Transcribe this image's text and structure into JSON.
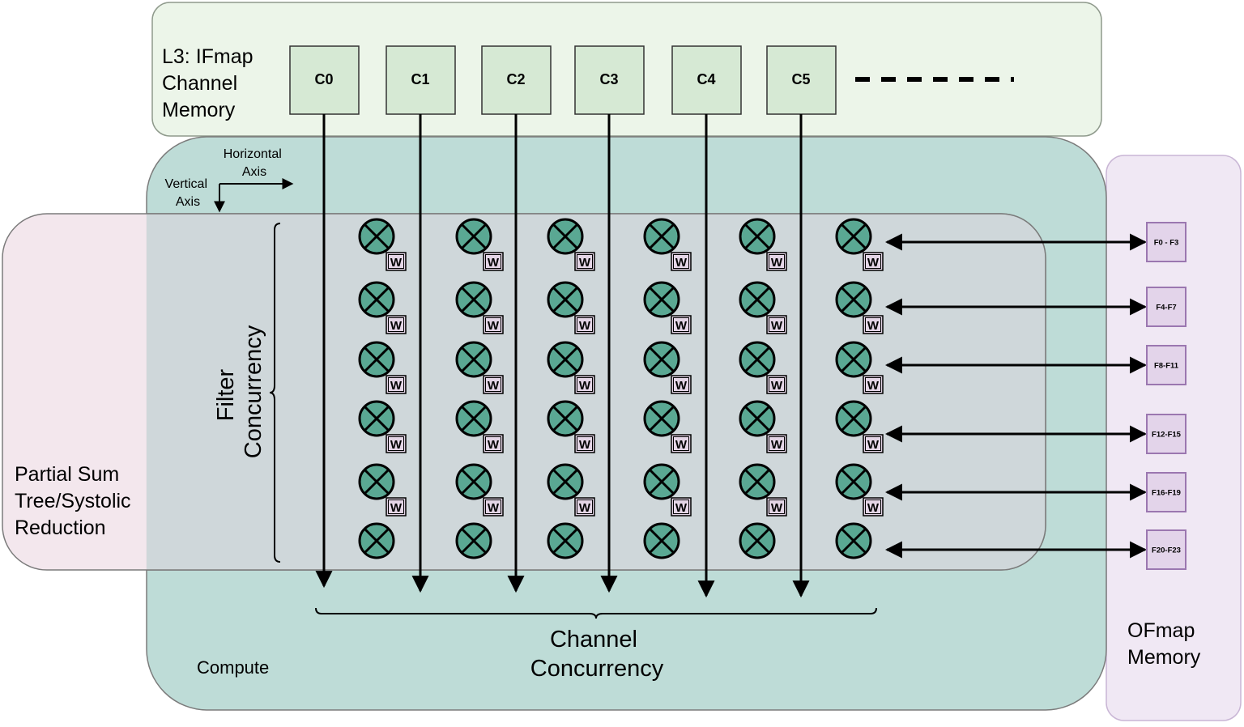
{
  "l3_memory": {
    "title_lines": [
      "L3: IFmap",
      "Channel",
      "Memory"
    ],
    "channels": [
      "C0",
      "C1",
      "C2",
      "C3",
      "C4",
      "C5"
    ]
  },
  "axes": {
    "horizontal_lines": [
      "Horizontal",
      "Axis"
    ],
    "vertical_lines": [
      "Vertical",
      "Axis"
    ]
  },
  "partial_sum": {
    "title_lines": [
      "Partial Sum",
      "Tree/Systolic",
      "Reduction"
    ]
  },
  "compute": {
    "label": "Compute",
    "filter_concurrency_lines": [
      "Filter",
      "Concurrency"
    ],
    "channel_concurrency_lines": [
      "Channel",
      "Concurrency"
    ],
    "weight_label": "W",
    "pe_rows": 6,
    "pe_cols": 6,
    "weighted_rows": 5
  },
  "ofmap_memory": {
    "title_lines": [
      "OFmap",
      "Memory"
    ],
    "filter_groups": [
      "F0 - F3",
      "F4-F7",
      "F8-F11",
      "F12-F15",
      "F16-F19",
      "F20-F23"
    ]
  },
  "colors": {
    "l3_bg": "#ecf5e9",
    "channel_box": "#d6e9d4",
    "compute_bg": "#bedcd7",
    "partial_sum_bg": "#f2e6ec",
    "overlap_bg": "#cfd7da",
    "ofmap_bg": "#f0e8f4",
    "filter_box": "#e3d4ea",
    "filter_border": "#9b77b0",
    "pe_fill": "#5aa893",
    "weight_box": "#e4d5e6"
  }
}
